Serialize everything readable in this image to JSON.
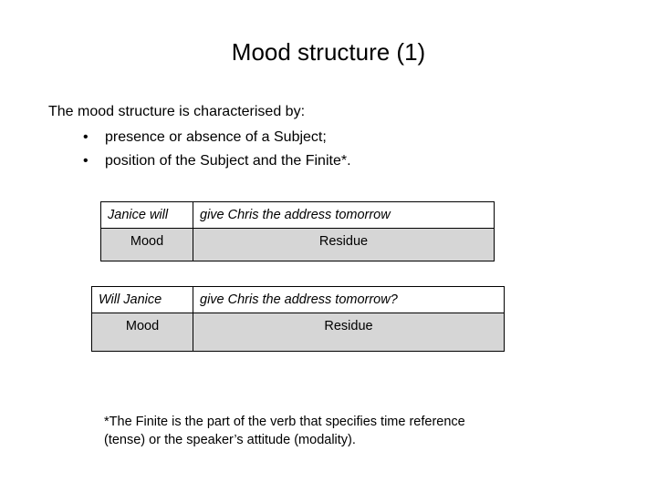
{
  "slide": {
    "title": "Mood structure (1)",
    "background_color": "#ffffff",
    "text_color": "#000000"
  },
  "body": {
    "lead_line": "The mood structure is characterised by:",
    "bullet_glyph": "•",
    "bullets": [
      {
        "text": "presence or absence of a Subject;"
      },
      {
        "text": "position of the Subject and the Finite*."
      }
    ]
  },
  "tables": [
    {
      "id": "table-one",
      "shaded_color": "#d6d6d6",
      "clause_row": {
        "mood": "Janice will",
        "residue": "give Chris the address tomorrow"
      },
      "label_row": {
        "mood": "Mood",
        "residue": "Residue"
      }
    },
    {
      "id": "table-two",
      "shaded_color": "#d6d6d6",
      "clause_row": {
        "mood": "Will Janice",
        "residue": "give Chris the address tomorrow?"
      },
      "label_row": {
        "mood": "Mood",
        "residue": "Residue"
      }
    }
  ],
  "footnote": {
    "line1": "*The Finite is the part of the verb that specifies time reference",
    "line2": "(tense) or the speaker’s attitude (modality)."
  }
}
